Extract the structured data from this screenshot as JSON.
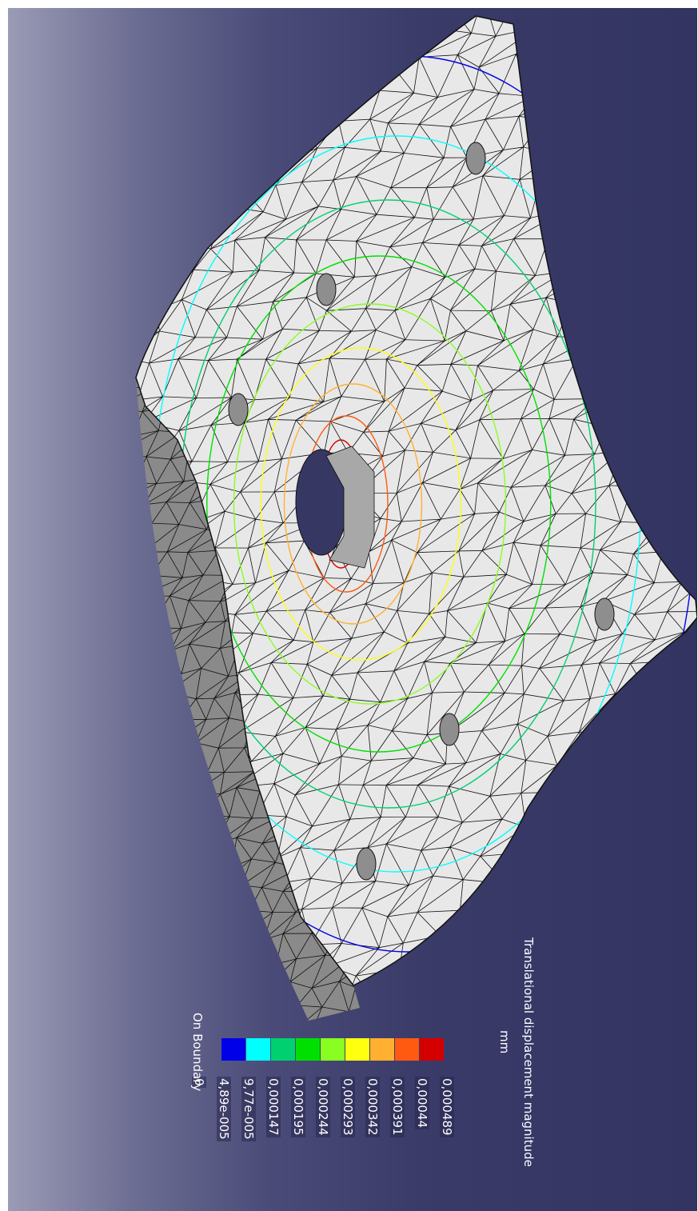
{
  "legend": {
    "title": "Translational displacement magnitude",
    "unit": "mm",
    "footer": "On Boundary",
    "values": [
      "0,000489",
      "0,00044",
      "0,000391",
      "0,000342",
      "0,000293",
      "0,000244",
      "0,000195",
      "0,000147",
      "9,77e-005",
      "4,89e-005",
      "0"
    ],
    "colors": [
      "#d40000",
      "#ff5a10",
      "#ffb030",
      "#ffff10",
      "#88ff20",
      "#00e000",
      "#00d070",
      "#00ffff",
      "#0000e8"
    ]
  },
  "colors": {
    "top_face": "#e8e8e8",
    "side_face": "#8a8a8a",
    "mesh_edge": "#111111"
  }
}
